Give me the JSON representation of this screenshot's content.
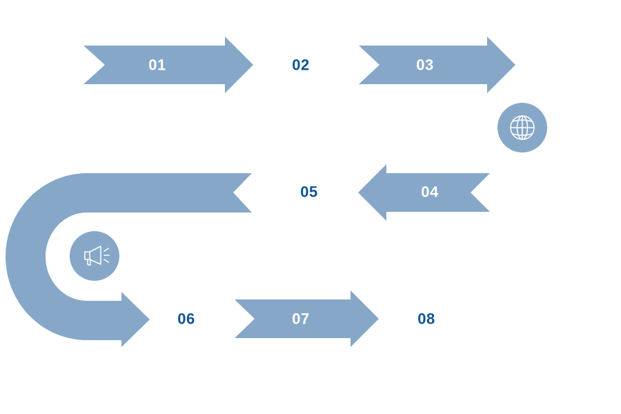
{
  "colors": {
    "arrow_fill": "#86a7c8",
    "label_on_arrow": "#ffffff",
    "label_off_arrow": "#0e5494"
  },
  "steps": [
    {
      "label": "01"
    },
    {
      "label": "02"
    },
    {
      "label": "03"
    },
    {
      "label": "04"
    },
    {
      "label": "05"
    },
    {
      "label": "06"
    },
    {
      "label": "07"
    },
    {
      "label": "08"
    }
  ],
  "icons": {
    "globe": "globe-icon",
    "megaphone": "megaphone-icon"
  }
}
